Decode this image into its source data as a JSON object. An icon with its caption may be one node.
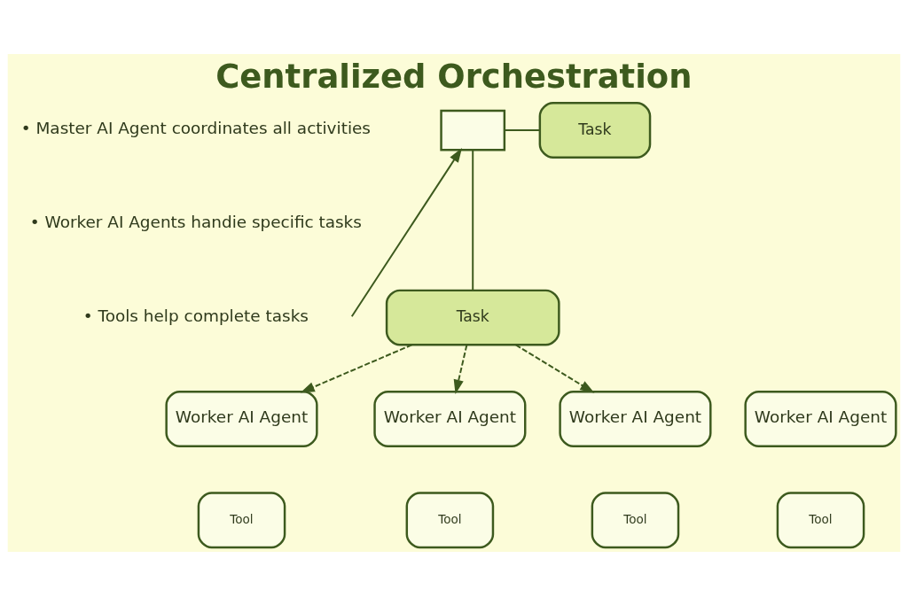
{
  "diagram": {
    "title": "Centralized Orchestration",
    "nodes": [
      {
        "text": [],
        "shape": "box"
      },
      {
        "text": [
          "Task"
        ]
      },
      {
        "text": [
          "Task"
        ]
      },
      {
        "text": [
          "Worker AI Agent"
        ]
      },
      {
        "text": [
          "Worker AI Agent"
        ]
      },
      {
        "text": [
          "Worker AI Agent"
        ]
      },
      {
        "text": [
          "Worker AI Agent"
        ]
      },
      {
        "text": [
          "Tool"
        ]
      },
      {
        "text": [
          "Tool"
        ]
      },
      {
        "text": [
          "Tool"
        ]
      },
      {
        "text": [
          "Tool"
        ]
      }
    ],
    "edges": [
      {
        "from": null,
        "to": 0,
        "arrow": "to"
      },
      {
        "from": 0,
        "to": 1,
        "arrow": "none"
      },
      {
        "from": 0,
        "to": 2,
        "arrow": "none"
      },
      {
        "from": 2,
        "to": 3,
        "arrow": "to",
        "style": "dashed"
      },
      {
        "from": 2,
        "to": 4,
        "arrow": "to",
        "style": "dashed"
      },
      {
        "from": 2,
        "to": 5,
        "arrow": "to",
        "style": "dashed"
      }
    ],
    "labels": [
      "• Master AI Agent coordinates all activities",
      "• Worker AI Agents handie specific tasks",
      "• Tools help complete tasks"
    ]
  }
}
